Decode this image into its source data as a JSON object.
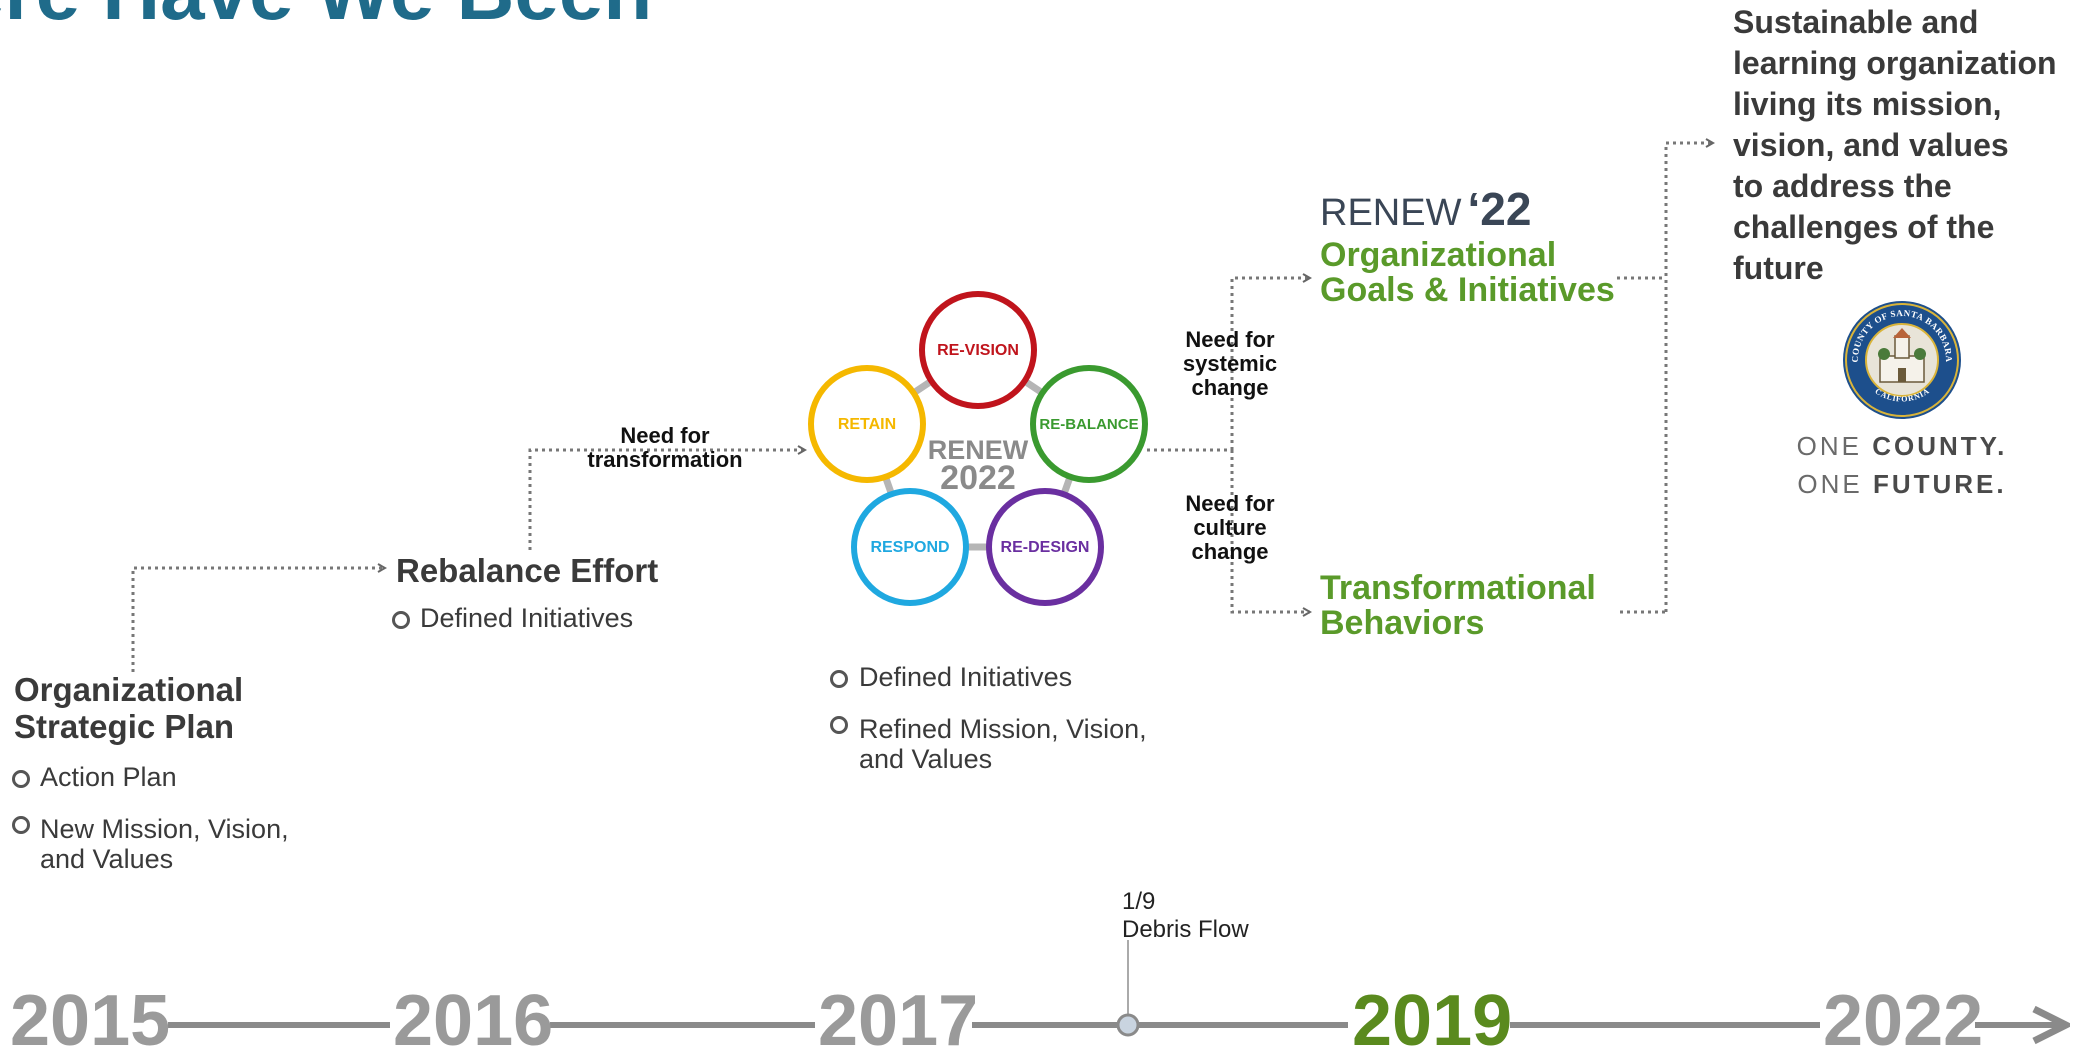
{
  "title": "ere Have We Been",
  "osp": {
    "heading_line1": "Organizational",
    "heading_line2": "Strategic Plan",
    "bullets": [
      "Action Plan",
      "New Mission, Vision,",
      "and Values"
    ]
  },
  "rebalance": {
    "heading": "Rebalance Effort",
    "bullet": "Defined Initiatives"
  },
  "need_transformation": [
    "Need for",
    "transformation"
  ],
  "renew_wheel": {
    "center_line1": "RENEW",
    "center_line2": "2022",
    "circles": [
      {
        "label": "RE-VISION",
        "color": "#c0141c"
      },
      {
        "label": "RE-BALANCE",
        "color": "#3a9a2f"
      },
      {
        "label": "RE-DESIGN",
        "color": "#6a2fa0"
      },
      {
        "label": "RESPOND",
        "color": "#1fa8e0"
      },
      {
        "label": "RETAIN",
        "color": "#f5b800"
      }
    ],
    "bullets": [
      "Defined Initiatives",
      "Refined Mission, Vision,",
      "and Values"
    ]
  },
  "need_systemic": [
    "Need for",
    "systemic",
    "change"
  ],
  "need_culture": [
    "Need for",
    "culture",
    "change"
  ],
  "renew22": {
    "word": "RENEW",
    "year": "‘22",
    "goals_line1": "Organizational",
    "goals_line2": "Goals & Initiatives",
    "behaviors_line1": "Transformational",
    "behaviors_line2": "Behaviors"
  },
  "outcome_lines": [
    "Sustainable and",
    "learning organization",
    "living its mission,",
    "vision, and values",
    "to address the",
    "challenges of the",
    "future"
  ],
  "seal": {
    "top_text": "COUNTY OF SANTA BARBARA",
    "bottom_text": "CALIFORNIA",
    "slogan_1a": "ONE ",
    "slogan_1b": "COUNTY.",
    "slogan_2a": "ONE ",
    "slogan_2b": "FUTURE."
  },
  "timeline": {
    "years": [
      "2015",
      "2016",
      "2017",
      "2019",
      "2022"
    ],
    "highlight_year": "2019",
    "event_line1": "1/9",
    "event_line2": "Debris Flow"
  }
}
